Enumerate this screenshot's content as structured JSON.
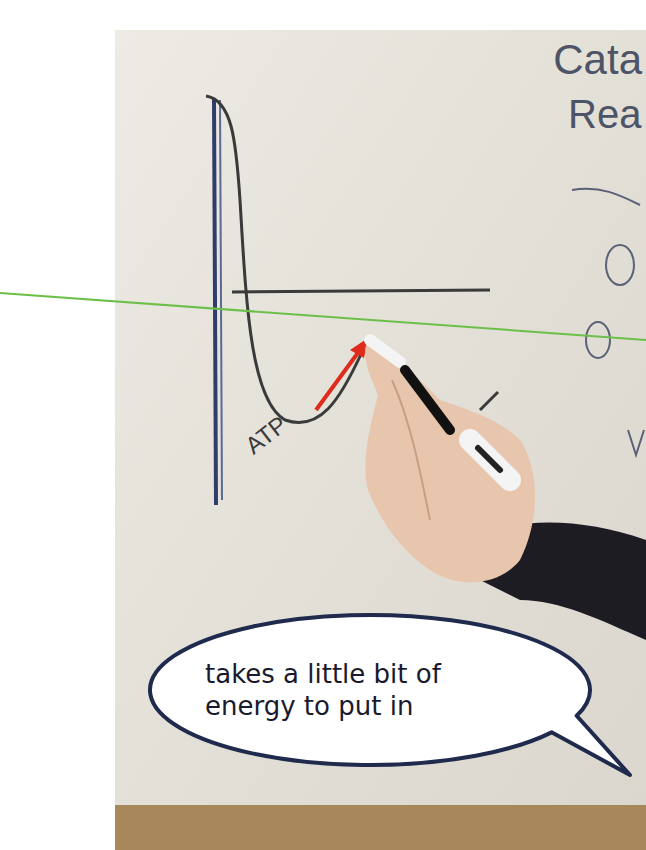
{
  "diagram": {
    "nodes": [
      {
        "text": [
          "takes a little bit of energy to put in"
        ]
      }
    ],
    "labels": [
      "ATP",
      "Cata",
      "Rea"
    ]
  }
}
